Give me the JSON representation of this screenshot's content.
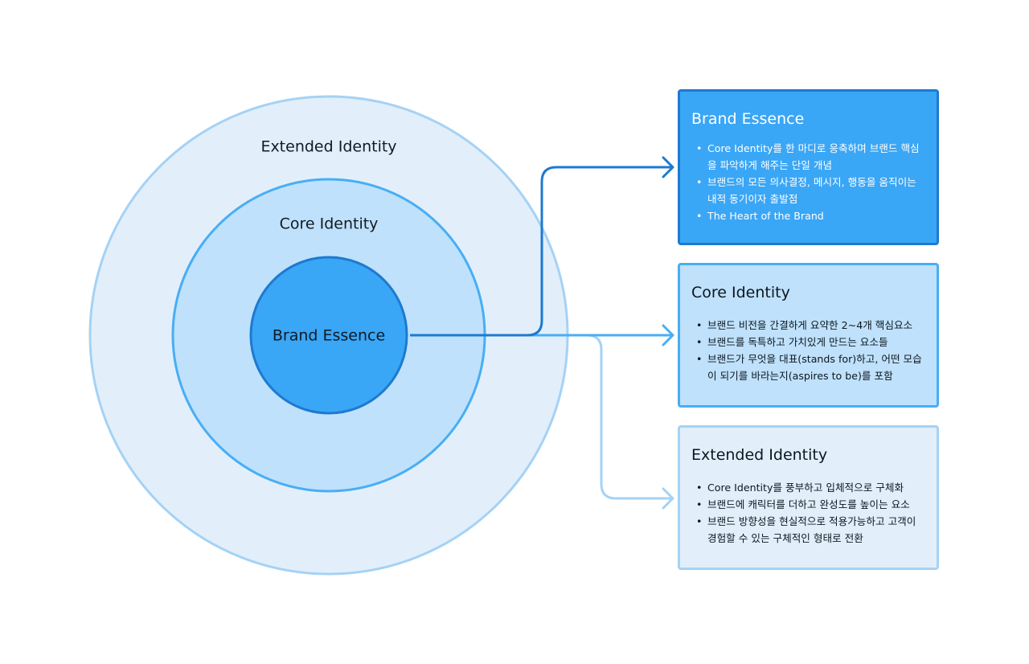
{
  "circles": {
    "extended_label": "Extended Identity",
    "core_label": "Core Identity",
    "essence_label": "Brand Essence"
  },
  "cards": {
    "essence": {
      "title": "Brand Essence",
      "items": [
        "Core Identity를 한 마디로 응축하며 브랜드 핵심을 파악하게 해주는 단일 개념",
        "브랜드의 모든 의사결정, 메시지, 행동을 움직이는 내적 동기이자 출발점",
        "The Heart of the Brand"
      ]
    },
    "core": {
      "title": "Core Identity",
      "items": [
        "브랜드 비전을 간결하게 요약한 2~4개 핵심요소",
        "브랜드를 독특하고 가치있게 만드는 요소들",
        "브랜드가 무엇을 대표(stands for)하고, 어떤 모습이 되기를 바라는지(aspires to be)를 포함"
      ]
    },
    "extended": {
      "title": "Extended Identity",
      "items": [
        "Core Identity를 풍부하고 입체적으로 구체화",
        "브랜드에 캐릭터를 더하고 완성도를 높이는 요소",
        "브랜드 방향성을 현실적으로 적용가능하고 고객이 경험할 수 있는 구체적인 형태로 전환"
      ]
    }
  },
  "colors": {
    "extended_fill": "#e2effa",
    "extended_stroke": "#a5d2f5",
    "core_fill": "#bfe1fb",
    "core_stroke": "#48aef4",
    "essence_fill": "#3aa6f6",
    "essence_stroke": "#1d7ad0",
    "arrow_essence": "#1d7ad0",
    "arrow_core": "#48aef4",
    "arrow_extended": "#a5d2f5"
  }
}
